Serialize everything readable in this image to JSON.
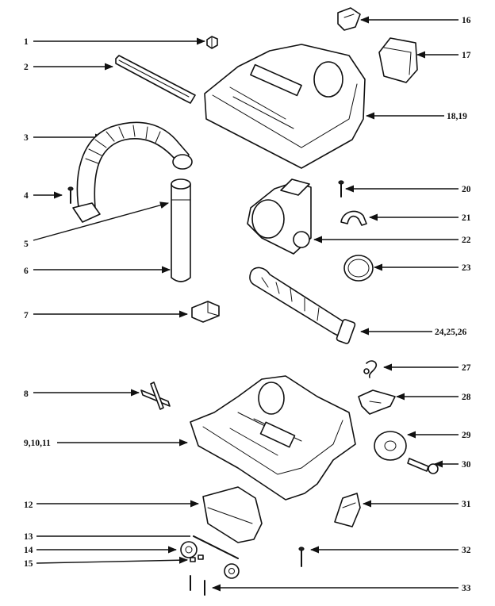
{
  "callouts": {
    "c1": "1",
    "c2": "2",
    "c3": "3",
    "c4": "4",
    "c5": "5",
    "c6": "6",
    "c7": "7",
    "c8": "8",
    "c9_11": "9,10,11",
    "c12": "12",
    "c13": "13",
    "c14": "14",
    "c15": "15",
    "c16": "16",
    "c17": "17",
    "c18_19": "18,19",
    "c20": "20",
    "c21": "21",
    "c22": "22",
    "c23": "23",
    "c24_26": "24,25,26",
    "c27": "27",
    "c28": "28",
    "c29": "29",
    "c30": "30",
    "c31": "31",
    "c32": "32",
    "c33": "33"
  },
  "icons": [
    "exploded-parts-diagram"
  ]
}
